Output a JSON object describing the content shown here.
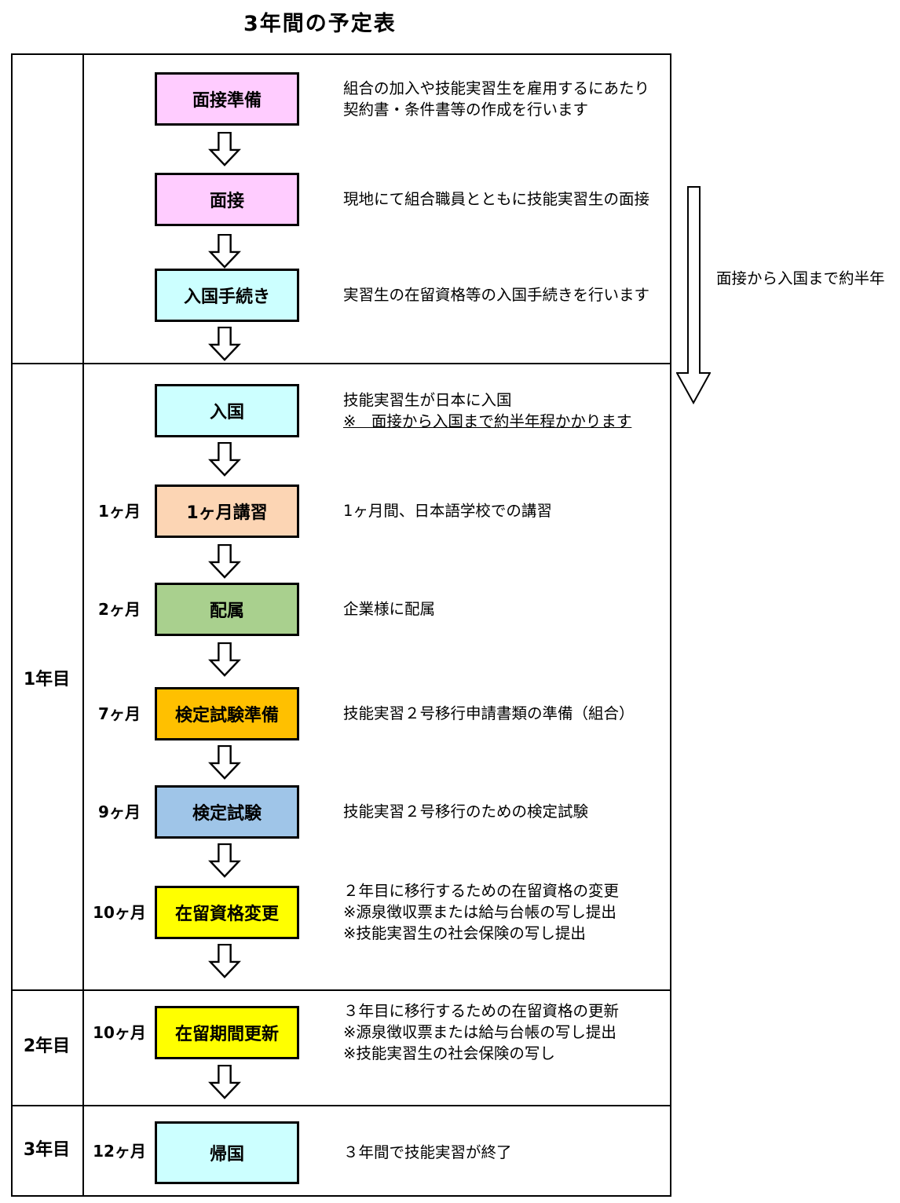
{
  "title": "3年間の予定表",
  "side_note": "面接から入国まで約半年",
  "year_labels": {
    "y1": "1年目",
    "y2": "2年目",
    "y3": "3年目"
  },
  "colors": {
    "pink": "#FFCCFF",
    "cyan": "#CCFFFF",
    "peach": "#FCD5B4",
    "green": "#A9D08E",
    "orange": "#FFC000",
    "blue": "#9FC5E8",
    "yellow": "#FFFF00"
  },
  "steps": [
    {
      "label": "面接準備",
      "month": "",
      "color": "#FFCCFF",
      "desc": [
        "組合の加入や技能実習生を雇用するにあたり",
        "契約書・条件書等の作成を行います"
      ]
    },
    {
      "label": "面接",
      "month": "",
      "color": "#FFCCFF",
      "desc": [
        "現地にて組合職員とともに技能実習生の面接"
      ]
    },
    {
      "label": "入国手続き",
      "month": "",
      "color": "#CCFFFF",
      "desc": [
        "実習生の在留資格等の入国手続きを行います"
      ]
    },
    {
      "label": "入国",
      "month": "",
      "color": "#CCFFFF",
      "desc": [
        "技能実習生が日本に入国",
        "※　面接から入国まで約半年程かかります"
      ]
    },
    {
      "label": "1ヶ月講習",
      "month": "1ヶ月",
      "color": "#FCD5B4",
      "desc": [
        "1ヶ月間、日本語学校での講習"
      ]
    },
    {
      "label": "配属",
      "month": "2ヶ月",
      "color": "#A9D08E",
      "desc": [
        "企業様に配属"
      ]
    },
    {
      "label": "検定試験準備",
      "month": "7ヶ月",
      "color": "#FFC000",
      "desc": [
        "技能実習２号移行申請書類の準備（組合）"
      ]
    },
    {
      "label": "検定試験",
      "month": "9ヶ月",
      "color": "#9FC5E8",
      "desc": [
        "技能実習２号移行のための検定試験"
      ]
    },
    {
      "label": "在留資格変更",
      "month": "10ヶ月",
      "color": "#FFFF00",
      "desc": [
        "２年目に移行するための在留資格の変更",
        "※源泉徴収票または給与台帳の写し提出",
        "※技能実習生の社会保険の写し提出"
      ]
    },
    {
      "label": "在留期間更新",
      "month": "10ヶ月",
      "color": "#FFFF00",
      "desc": [
        "３年目に移行するための在留資格の更新",
        "※源泉徴収票または給与台帳の写し提出",
        "※技能実習生の社会保険の写し"
      ]
    },
    {
      "label": "帰国",
      "month": "12ヶ月",
      "color": "#CCFFFF",
      "desc": [
        "３年間で技能実習が終了"
      ]
    }
  ]
}
